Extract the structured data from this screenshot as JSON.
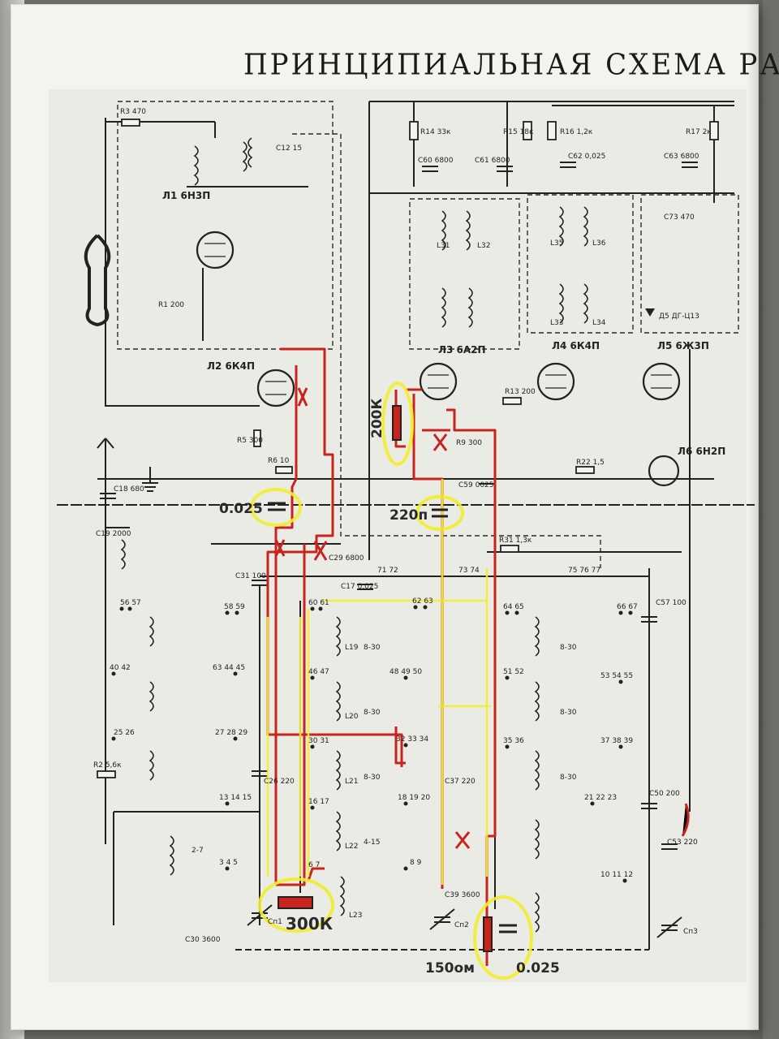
{
  "document": {
    "title": "ПРИНЦИПИАЛЬНАЯ СХЕМА РАД"
  },
  "colors": {
    "ink": "#222222",
    "mod_red": "#c8231d",
    "highlight_yellow": "#f2ee2c",
    "paper": "#f3f3ef"
  },
  "tubes": [
    {
      "id": "L1",
      "label": "Л1 6Н3П"
    },
    {
      "id": "L2",
      "label": "Л2 6К4П"
    },
    {
      "id": "L3",
      "label": "Л3 6А2П"
    },
    {
      "id": "L4",
      "label": "Л4 6К4П"
    },
    {
      "id": "L5",
      "label": "Л5 6Ж3П"
    },
    {
      "id": "L6",
      "label": "Л6 6Н2П"
    }
  ],
  "resistors": [
    {
      "id": "R3",
      "label": "R3 470"
    },
    {
      "id": "R14",
      "label": "R14 33к"
    },
    {
      "id": "R15",
      "label": "R15 18к"
    },
    {
      "id": "R16",
      "label": "R16 1,2к"
    },
    {
      "id": "R17",
      "label": "R17 2к"
    },
    {
      "id": "R5",
      "label": "R5 300"
    },
    {
      "id": "R6",
      "label": "R6 10"
    },
    {
      "id": "R9",
      "label": "R9 300"
    },
    {
      "id": "R13",
      "label": "R13 200"
    },
    {
      "id": "R22",
      "label": "R22 1,5"
    },
    {
      "id": "R31",
      "label": "R31 1,3к"
    },
    {
      "id": "R1",
      "label": "R1 200"
    },
    {
      "id": "R2",
      "label": "R2 5,6к"
    }
  ],
  "capacitors": [
    {
      "id": "C60",
      "label": "C60 6800"
    },
    {
      "id": "C61",
      "label": "C61 6800"
    },
    {
      "id": "C62",
      "label": "C62 0,025"
    },
    {
      "id": "C63",
      "label": "C63 6800"
    },
    {
      "id": "C12",
      "label": "C12 15"
    },
    {
      "id": "C18",
      "label": "C18 680"
    },
    {
      "id": "C19",
      "label": "C19 2000"
    },
    {
      "id": "C29",
      "label": "C29 6800"
    },
    {
      "id": "C59",
      "label": "C59 0025"
    },
    {
      "id": "C17",
      "label": "C17 0,025"
    },
    {
      "id": "C31",
      "label": "C31 100"
    },
    {
      "id": "C26",
      "label": "C26 220"
    },
    {
      "id": "C37",
      "label": "C37 220"
    },
    {
      "id": "C39",
      "label": "C39 3600"
    },
    {
      "id": "C50",
      "label": "C50 200"
    },
    {
      "id": "C53",
      "label": "C53 220"
    },
    {
      "id": "C57",
      "label": "C57 100"
    },
    {
      "id": "C73",
      "label": "C73 470"
    },
    {
      "id": "C30",
      "label": "C30 3600"
    }
  ],
  "coils": [
    {
      "id": "L19",
      "label": "L19"
    },
    {
      "id": "L20",
      "label": "L20"
    },
    {
      "id": "L21",
      "label": "L21"
    },
    {
      "id": "L22",
      "label": "L22"
    },
    {
      "id": "L23",
      "label": "L23"
    },
    {
      "id": "L31",
      "label": "L31"
    },
    {
      "id": "L32",
      "label": "L32"
    },
    {
      "id": "L33",
      "label": "L33"
    },
    {
      "id": "L34",
      "label": "L34"
    },
    {
      "id": "L35",
      "label": "L35"
    },
    {
      "id": "L36",
      "label": "L36"
    }
  ],
  "variable_caps": [
    {
      "id": "Cn1",
      "label": "Cп1"
    },
    {
      "id": "Cn2",
      "label": "Cп2"
    },
    {
      "id": "Cn3",
      "label": "Cп3"
    }
  ],
  "detector": {
    "label": "Д5 ДГ-Ц13"
  },
  "trimmer_labels": [
    "8-30",
    "8-30",
    "8-30",
    "8-30",
    "8-30",
    "8-30",
    "4-15",
    "2-7"
  ],
  "contact_numbers": [
    "56 57",
    "58 59",
    "60 61",
    "62 63",
    "64 65",
    "66 67",
    "46 47",
    "48 49 50",
    "51 52",
    "53 54 55",
    "30 31",
    "32 33 34",
    "35 36",
    "37 38 39",
    "16 17",
    "18 19 20",
    "21 22 23",
    "8 9",
    "10 11 12",
    "13 14 15",
    "6 7",
    "3 4 5",
    "71 72",
    "73 74",
    "75 76 77",
    "40 42",
    "63 44 45",
    "25 26",
    "27 28 29"
  ],
  "handwritten": {
    "cap_left": "0.025",
    "cap_mid": "220п",
    "res_top": "200К",
    "res_bottom": "300К",
    "res_right": "150ом",
    "cap_right": "0.025"
  }
}
